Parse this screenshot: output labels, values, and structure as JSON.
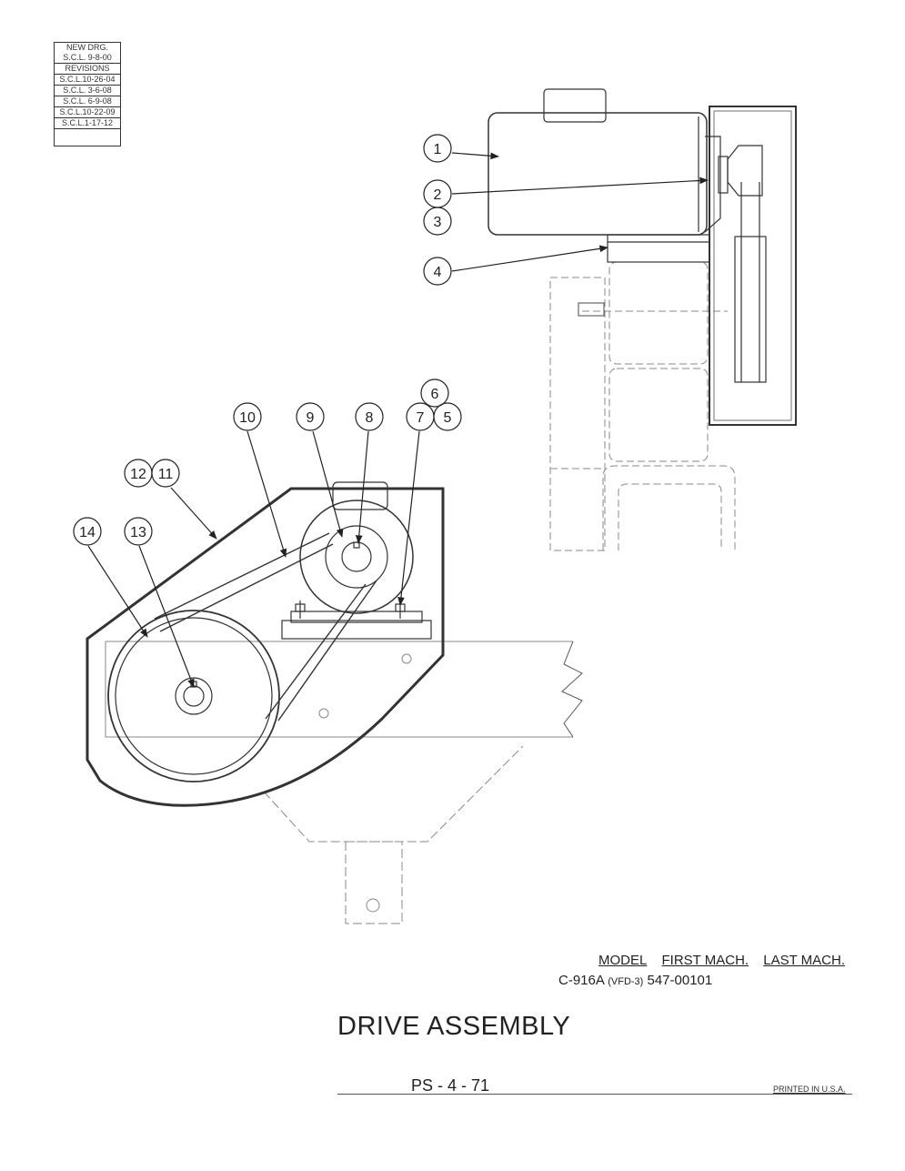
{
  "revision_block": {
    "header": [
      "NEW DRG.",
      "S.C.L. 9-8-00"
    ],
    "revisions_label": "REVISIONS",
    "revisions": [
      "S.C.L.10-26-04",
      "S.C.L. 3-6-08",
      "S.C.L. 6-9-08",
      "S.C.L.10-22-09",
      "S.C.L.1-17-12"
    ]
  },
  "callouts": [
    "1",
    "2",
    "3",
    "4",
    "5",
    "6",
    "7",
    "8",
    "9",
    "10",
    "11",
    "12",
    "13",
    "14"
  ],
  "model_table": {
    "headers": [
      "MODEL",
      "FIRST MACH.",
      "LAST MACH."
    ],
    "rows": [
      {
        "model": "C-916A",
        "model_suffix": "(VFD-3)",
        "first_mach": "547-00101",
        "last_mach": ""
      }
    ]
  },
  "title": "DRIVE ASSEMBLY",
  "page_number": "PS - 4 - 71",
  "printed_note": "PRINTED IN U.S.A."
}
